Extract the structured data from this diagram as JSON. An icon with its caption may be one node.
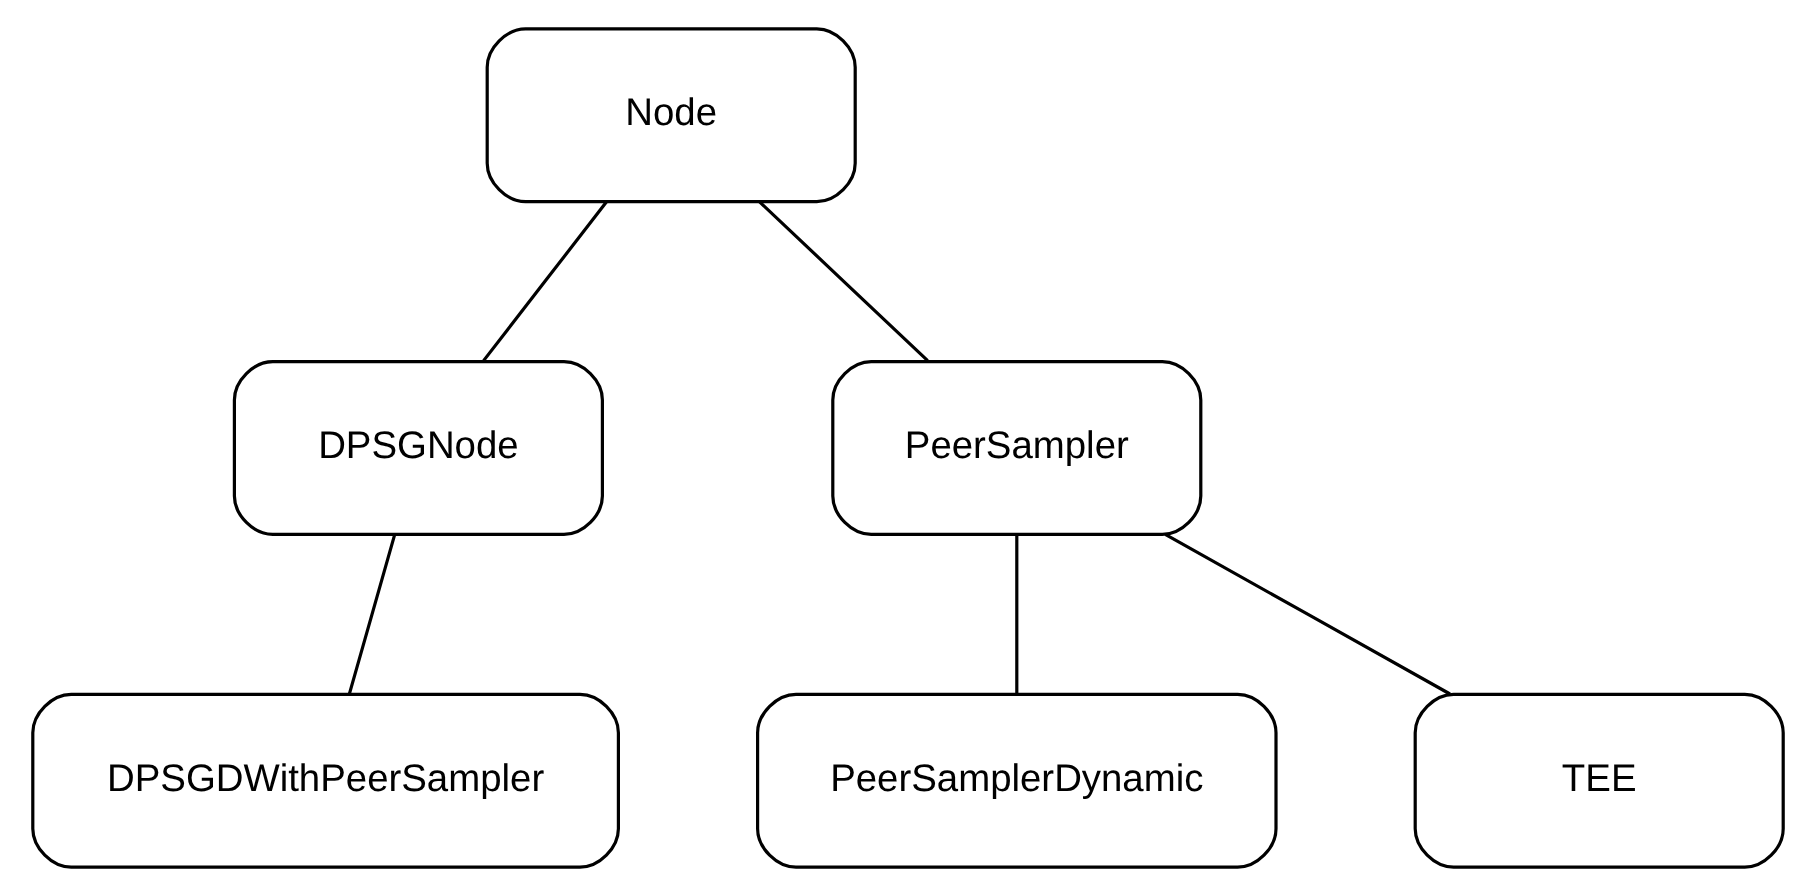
{
  "diagram": {
    "nodes": [
      {
        "text": [
          "Node"
        ]
      },
      {
        "text": [
          "DPSGNode"
        ]
      },
      {
        "text": [
          "PeerSampler"
        ]
      },
      {
        "text": [
          "DPSGDWithPeerSampler"
        ]
      },
      {
        "text": [
          "PeerSamplerDynamic"
        ]
      },
      {
        "text": [
          "TEE"
        ]
      }
    ],
    "edges": [
      {
        "from": 0,
        "to": 1,
        "arrow": "none"
      },
      {
        "from": 0,
        "to": 2,
        "arrow": "none"
      },
      {
        "from": 1,
        "to": 3,
        "arrow": "none"
      },
      {
        "from": 2,
        "to": 4,
        "arrow": "none"
      },
      {
        "from": 2,
        "to": 5,
        "arrow": "none"
      }
    ]
  }
}
